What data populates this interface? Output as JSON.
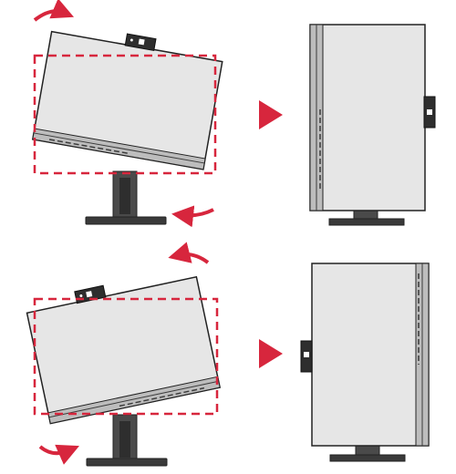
{
  "figure": {
    "colors": {
      "screen": "#e6e6e6",
      "outline": "#222222",
      "bezel_dark": "#3a3a3a",
      "bezel_light": "#bdbdbd",
      "stand": "#4a4a4a",
      "stand_dark": "#2e2e2e",
      "red": "#d7263d",
      "white": "#ffffff"
    },
    "panels": [
      {
        "id": "top",
        "rotation": "clockwise",
        "result_orientation": "portrait",
        "camera_side_after_rotation": "right"
      },
      {
        "id": "bottom",
        "rotation": "counterclockwise",
        "result_orientation": "portrait",
        "camera_side_after_rotation": "left"
      }
    ],
    "icons": [
      "rotate-arrow-icon",
      "right-triangle-arrow-icon",
      "webcam-icon"
    ]
  }
}
